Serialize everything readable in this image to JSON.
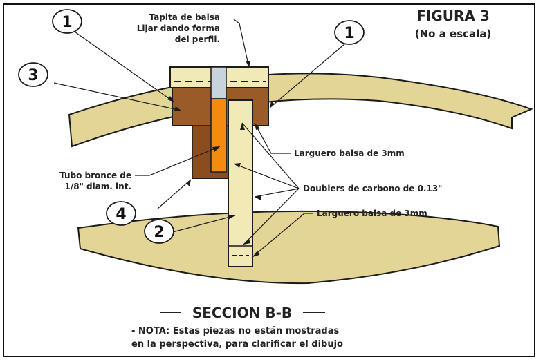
{
  "figure": {
    "title": "FIGURA 3",
    "subtitle": "(No a escala)"
  },
  "labels": {
    "tapita": [
      "Tapita de balsa",
      "Lijar dando forma",
      "del perfil."
    ],
    "larguero_upper": "Larguero balsa de 3mm",
    "tubo": [
      "Tubo bronce de",
      "1/8\" diam. int."
    ],
    "doublers": "Doublers de carbono de 0.13\"",
    "larguero_lower": "Larguero balsa de 3mm"
  },
  "callouts": {
    "c1_left": "1",
    "c1_right": "1",
    "c3": "3",
    "c4": "4",
    "c2": "2"
  },
  "section": {
    "title": "SECCION  B-B",
    "note_line1": "- NOTA: Estas piezas no están  mostradas",
    "note_line2": "en la perspectiva, para clarificar el dibujo"
  },
  "colors": {
    "balsa": "#f2eab6",
    "rib": "#e3d596",
    "wood_block": "#9b5b28",
    "wood_block_light": "#b8733a",
    "tube": "#f58a10",
    "tube_cap": "#c9d3dc",
    "outline": "#1b1b1b"
  }
}
